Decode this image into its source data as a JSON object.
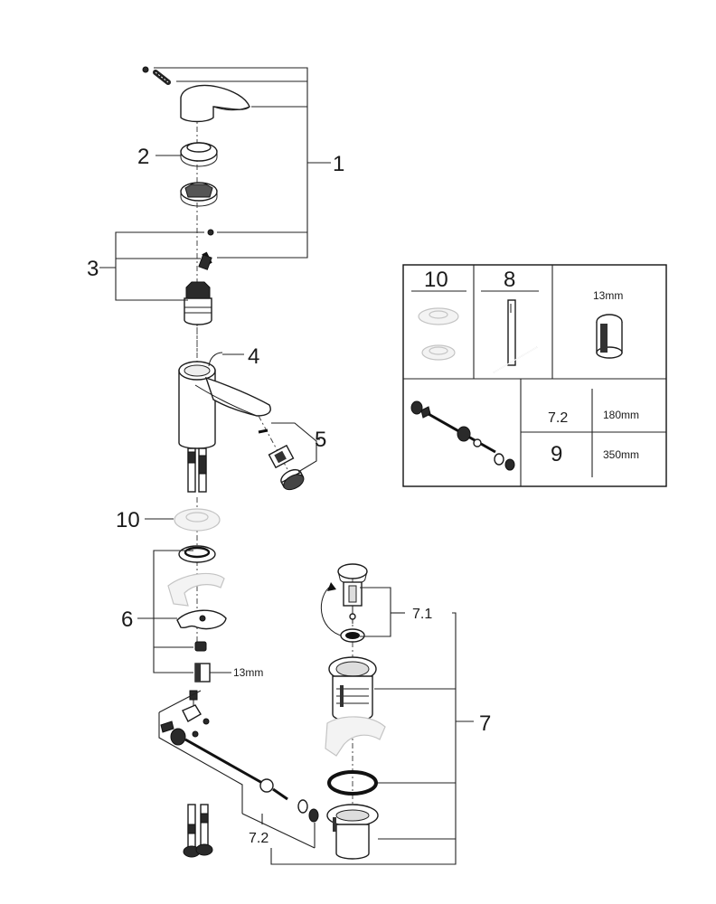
{
  "callouts": {
    "c1": "1",
    "c2": "2",
    "c3": "3",
    "c4": "4",
    "c5": "5",
    "c6": "6",
    "c7": "7",
    "c10": "10",
    "c71": "7.1",
    "c72": "7.2",
    "c13mm": "13mm"
  },
  "tools_table": {
    "col_a": "10",
    "col_b": "8",
    "wrench_size": "13mm",
    "rod_label_a": "7.2",
    "rod_length_a": "180mm",
    "rod_label_b": "9",
    "rod_length_b": "350mm"
  }
}
